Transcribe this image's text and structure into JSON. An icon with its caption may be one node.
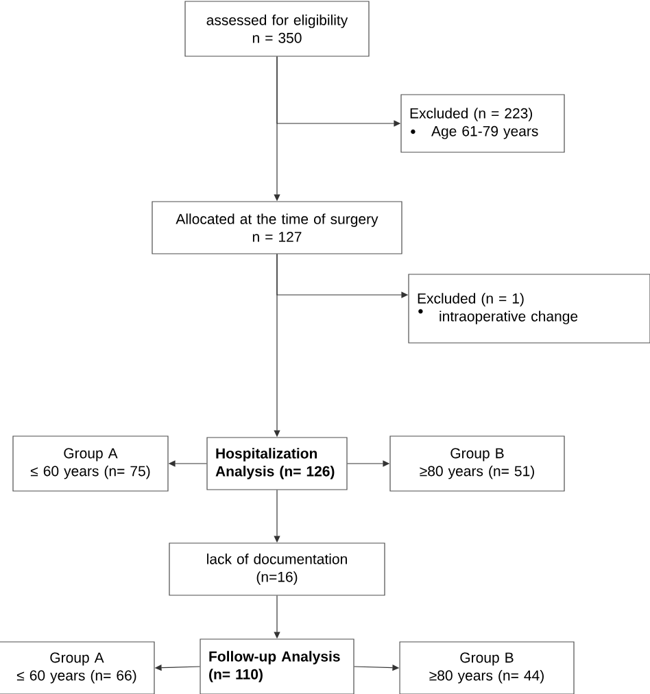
{
  "diagram": {
    "nodes": [
      {
        "text": [
          "assessed for eligibility",
          "n = 350"
        ]
      },
      {
        "text": [
          "Excluded (n = 223)",
          "Age 61-79 years"
        ]
      },
      {
        "text": [
          "Allocated at the time of surgery",
          "n = 127"
        ]
      },
      {
        "text": [
          "Excluded (n = 1)",
          "intraoperative change"
        ]
      },
      {
        "text": [
          "Group A",
          "≤ 60 years (n= 75)"
        ]
      },
      {
        "text": [
          "Hospitalization Analysis (n= 126)"
        ]
      },
      {
        "text": [
          "Group B",
          "≥80 years (n= 51)"
        ]
      },
      {
        "text": [
          "lack of documentation",
          "(n=16)"
        ]
      },
      {
        "text": [
          "Group A",
          "≤ 60 years (n= 66)"
        ]
      },
      {
        "text": [
          "Follow-up Analysis (n= 110)"
        ]
      },
      {
        "text": [
          "Group B",
          "≥80 years (n= 44)"
        ]
      }
    ],
    "edges": [
      {
        "from": 0,
        "to": 2,
        "arrow": "to"
      },
      {
        "from": 0,
        "to": 1,
        "arrow": "to"
      },
      {
        "from": 2,
        "to": 5,
        "arrow": "to"
      },
      {
        "from": 2,
        "to": 3,
        "arrow": "to"
      },
      {
        "from": 5,
        "to": 4,
        "arrow": "to"
      },
      {
        "from": 5,
        "to": 6,
        "arrow": "to"
      },
      {
        "from": 5,
        "to": 7,
        "arrow": "to"
      },
      {
        "from": 7,
        "to": 9,
        "arrow": "to"
      },
      {
        "from": 9,
        "to": 8,
        "arrow": "to"
      },
      {
        "from": 9,
        "to": 10,
        "arrow": "to"
      }
    ]
  }
}
